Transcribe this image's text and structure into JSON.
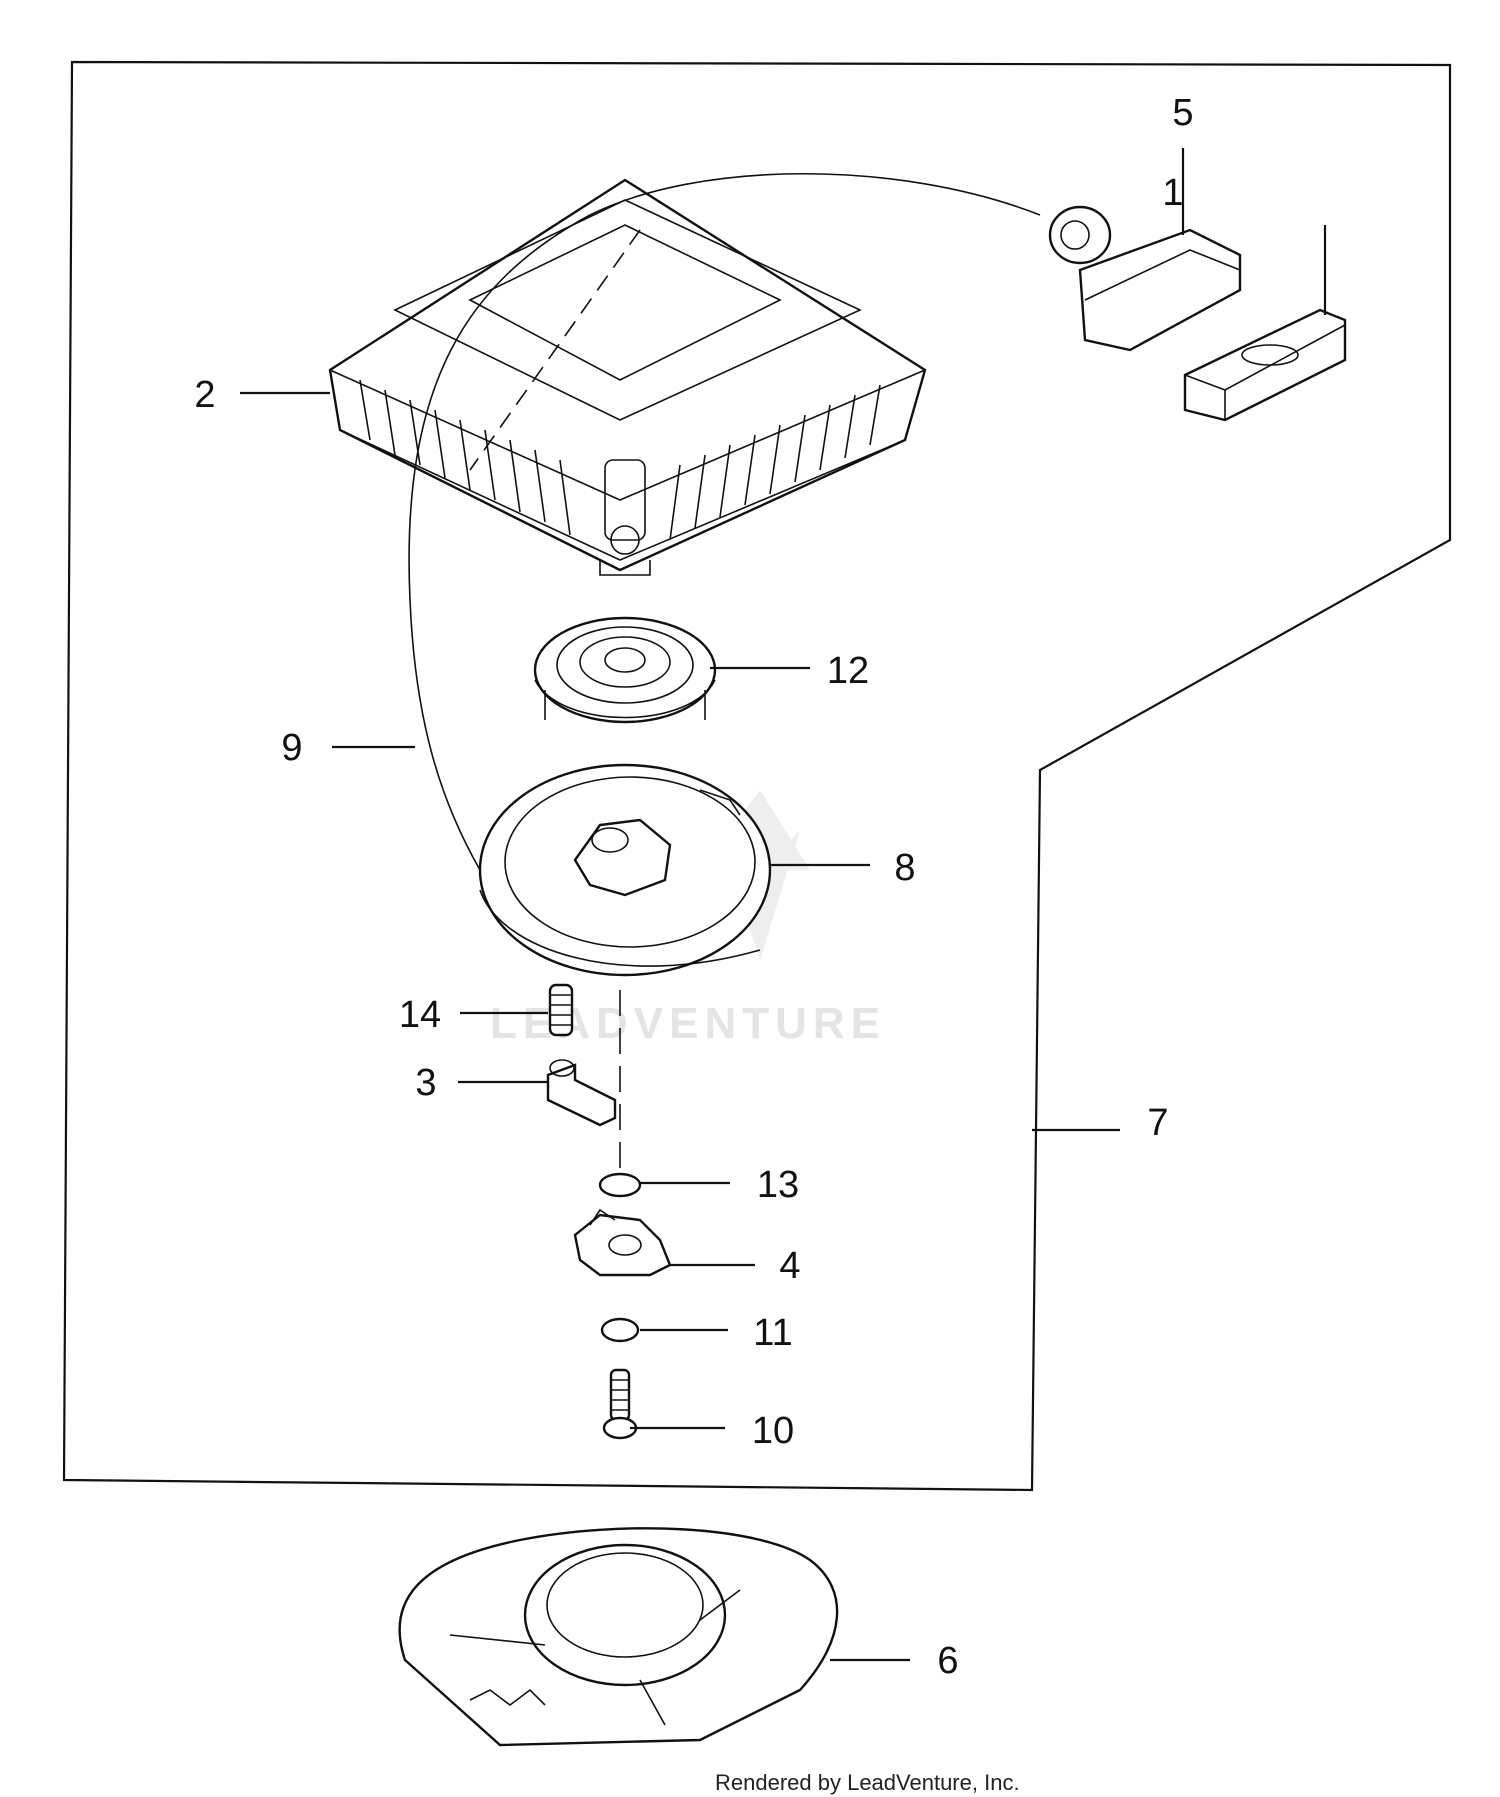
{
  "callouts": {
    "c1": "1",
    "c2": "2",
    "c3": "3",
    "c4": "4",
    "c5": "5",
    "c6": "6",
    "c7": "7",
    "c8": "8",
    "c9": "9",
    "c10": "10",
    "c11": "11",
    "c12": "12",
    "c13": "13",
    "c14": "14"
  },
  "watermark": "LEADVENTURE",
  "credit": "Rendered by LeadVenture, Inc.",
  "colors": {
    "ink": "#111111",
    "watermark": "#e4e4e4",
    "background": "#ffffff"
  }
}
